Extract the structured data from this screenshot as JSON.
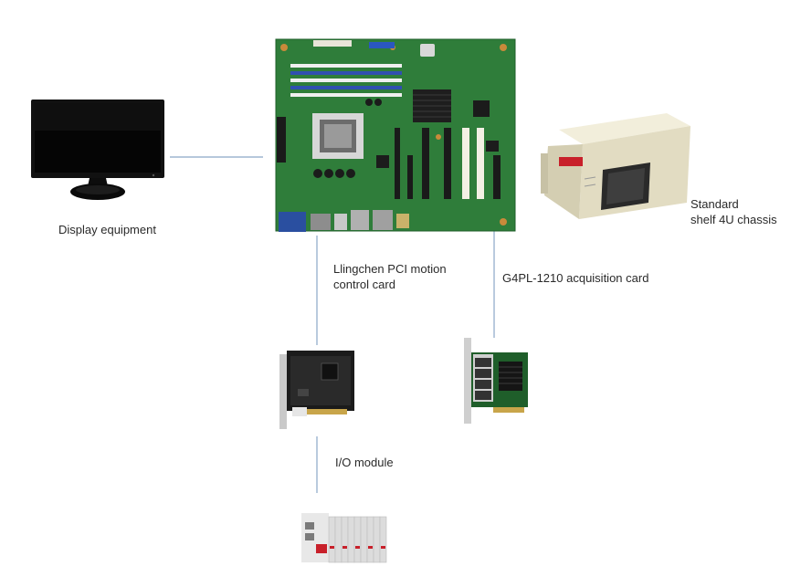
{
  "nodes": {
    "display": {
      "label": "Display equipment"
    },
    "chassis": {
      "label_line1": "Standard",
      "label_line2": "shelf 4U chassis"
    },
    "pci_card": {
      "label_line1": "Llingchen PCI motion",
      "label_line2": "control card"
    },
    "acquisition_card": {
      "label": "G4PL-1210 acquisition card"
    },
    "io_module": {
      "label": "I/O module"
    }
  },
  "colors": {
    "connector": "#8aa7c8",
    "pcb_green": "#2f7d3a",
    "pcb_dark": "#1f5e2a",
    "chassis_beige": "#e8e2c8",
    "monitor_black": "#111111"
  },
  "icons": {
    "motherboard": "motherboard-icon",
    "monitor": "monitor-icon",
    "chassis": "rack-chassis-icon",
    "pci_card": "pci-card-icon",
    "acquisition_card": "pcie-card-icon",
    "io_module": "io-module-icon"
  }
}
